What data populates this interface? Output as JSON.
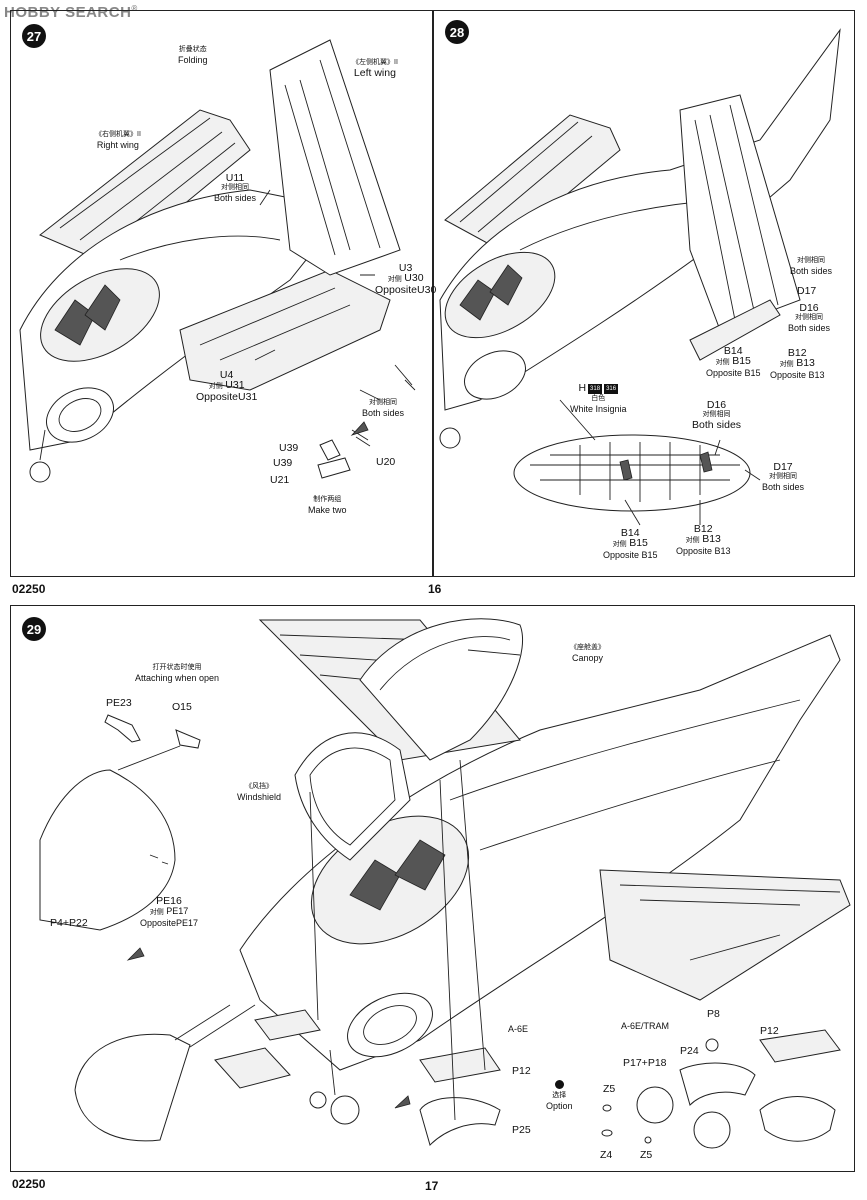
{
  "watermark": {
    "brand": "HOBBY SEARCH",
    "reg": "®"
  },
  "pages": [
    {
      "code": "02250",
      "number": "16"
    },
    {
      "code": "02250",
      "number": "17"
    }
  ],
  "steps": {
    "s27": {
      "number": "27",
      "labels": {
        "folding_cn": "折叠状态",
        "folding_en": "Folding",
        "left_wing_cn": "《左侧机翼》II",
        "left_wing_en": "Left wing",
        "right_wing_cn": "《右侧机翼》II",
        "right_wing_en": "Right wing",
        "u11": "U11",
        "u11_cn": "对侧相同",
        "u11_en": "Both sides",
        "u3": "U3",
        "u30": "U30",
        "u30_opp": "OppositeU30",
        "u4": "U4",
        "u31": "U31",
        "u31_opp": "OppositeU31",
        "u31_cn": "对侧",
        "both_cn": "对侧相同",
        "both_en": "Both sides",
        "u39a": "U39",
        "u39b": "U39",
        "u20": "U20",
        "u21": "U21",
        "make_two_cn": "制作两组",
        "make_two_en": "Make two",
        "u30_cn": "对侧"
      }
    },
    "s28": {
      "number": "28",
      "labels": {
        "both_cn1": "对侧相同",
        "both_en1": "Both sides",
        "d17": "D17",
        "d16": "D16",
        "d16_cn": "对侧相同",
        "d16_en": "Both sides",
        "b14": "B14",
        "b15": "B15",
        "b15_cn": "对侧",
        "b15_opp": "Opposite B15",
        "b12": "B12",
        "b13": "B13",
        "b13_cn": "对侧",
        "b13_opp": "Opposite B13",
        "h": "H",
        "h_badge1": "318",
        "h_badge2": "316",
        "white_cn": "白色",
        "white_en": "White Insignia",
        "d16b": "D16",
        "d16b_cn": "对侧相同",
        "d16b_en": "Both sides",
        "d17b": "D17",
        "d17b_cn": "对侧相同",
        "d17b_en": "Both sides",
        "b14b": "B14",
        "b15b": "B15",
        "b15b_cn": "对侧",
        "b15b_opp": "Opposite B15",
        "b12b": "B12",
        "b13b": "B13",
        "b13b_cn": "对侧",
        "b13b_opp": "Opposite B13"
      }
    },
    "s29": {
      "number": "29",
      "labels": {
        "attach_cn": "打开状态时使用",
        "attach_en": "Attaching when open",
        "pe23": "PE23",
        "o15": "O15",
        "pe16": "PE16",
        "pe17_cn": "对侧",
        "pe17": "PE17",
        "pe17_opp": "OppositePE17",
        "p4p22": "P4+P22",
        "windshield_cn": "《风挡》",
        "windshield_en": "Windshield",
        "canopy_cn": "《座舱盖》",
        "canopy_en": "Canopy",
        "a6e": "A-6E",
        "p12a": "P12",
        "p25": "P25",
        "option_cn": "选择",
        "option_en": "Option",
        "a6e_tram": "A-6E/TRAM",
        "p8": "P8",
        "p17p18": "P17+P18",
        "p24": "P24",
        "z5a": "Z5",
        "z4": "Z4",
        "z5b": "Z5",
        "p12b": "P12"
      }
    }
  }
}
